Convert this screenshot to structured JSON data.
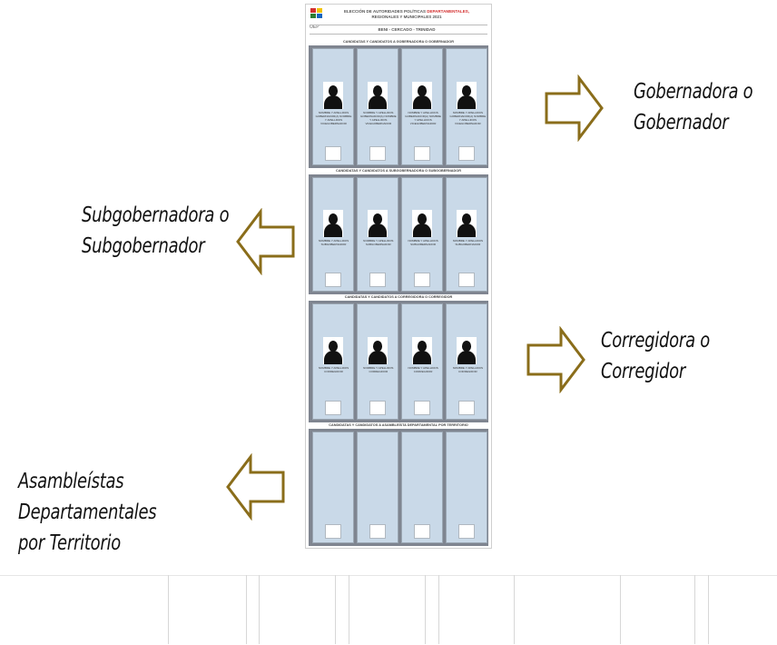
{
  "ballot": {
    "logo_text": "OEP",
    "title_line1": "ELECCIÓN DE AUTORIDADES POLÍTICAS",
    "title_highlight": "DEPARTAMENTALES,",
    "title_line2": "REGIONALES Y MUNICIPALES 2021",
    "subtitle": "BENI - CERCADO - TRINIDAD",
    "sections": [
      {
        "title": "CANDIDATAS Y CANDIDATOS A GOBERNADORA O GOBERNADOR",
        "candidates": 4,
        "photos": true,
        "caption": "NOMBRE Y APELLIDOS GOBERNADOR(A) NOMBRE Y APELLIDOS VICEGOBERNADOR"
      },
      {
        "title": "CANDIDATAS Y CANDIDATOS A SUBGOBERNADORA O SUBGOBERNADOR",
        "candidates": 4,
        "photos": true,
        "caption": "NOMBRE Y APELLIDOS SUBGOBERNADOR"
      },
      {
        "title": "CANDIDATAS Y CANDIDATOS A CORREGIDORA O CORREGIDOR",
        "candidates": 4,
        "photos": true,
        "caption": "NOMBRE Y APELLIDOS CORREGIDOR"
      },
      {
        "title": "CANDIDATAS Y CANDIDATOS A ASAMBLEÍSTA DEPARTAMENTAL POR TERRITORIO",
        "candidates": 4,
        "photos": false,
        "caption": ""
      }
    ]
  },
  "labels": {
    "gobernador": [
      "Gobernadora o",
      "Gobernador"
    ],
    "subgobernador": [
      "Subgobernadora o",
      "Subgobernador"
    ],
    "corregidor": [
      "Corregidora o",
      "Corregidor"
    ],
    "asambleistas": [
      "Asambleístas",
      "Departamentales",
      "por Territorio"
    ]
  },
  "colors": {
    "arrow_stroke": "#8a6d1a",
    "candidate_bg": "#c9d9e8",
    "section_bg": "#7f8590"
  }
}
